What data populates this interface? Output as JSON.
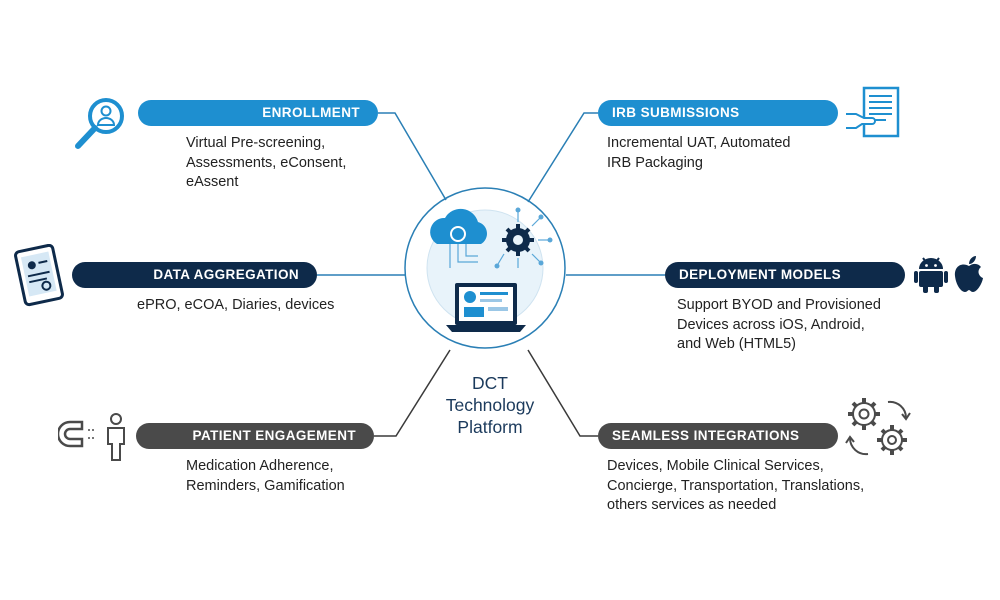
{
  "center": {
    "lines": [
      "DCT",
      "Technology",
      "Platform"
    ]
  },
  "colors": {
    "blue": "#1e8fd0",
    "navy": "#0e2a4a",
    "gray": "#4a4a4a",
    "wire": "#2a7fb5",
    "dark_line": "#3a3a3a"
  },
  "modules": {
    "enrollment": {
      "title": "ENROLLMENT",
      "lines": [
        "Virtual  Pre-screening,",
        "Assessments, eConsent,",
        "eAssent"
      ],
      "icon": "magnifier-person-icon"
    },
    "data_aggregation": {
      "title": "DATA AGGREGATION",
      "lines": [
        "ePRO, eCOA, Diaries, devices"
      ],
      "icon": "tablet-profile-icon"
    },
    "patient_engagement": {
      "title": "PATIENT ENGAGEMENT",
      "lines": [
        "Medication Adherence,",
        "Reminders, Gamification"
      ],
      "icon": "magnet-person-icon"
    },
    "irb_submissions": {
      "title": "IRB SUBMISSIONS",
      "lines": [
        "Incremental UAT, Automated",
        "IRB Packaging"
      ],
      "icon": "document-hand-icon"
    },
    "deployment_models": {
      "title": "DEPLOYMENT MODELS",
      "lines": [
        "Support BYOD and Provisioned",
        "Devices across iOS, Android,",
        "and Web (HTML5)"
      ],
      "icons": [
        "android-icon",
        "apple-icon"
      ]
    },
    "seamless_integrations": {
      "title": "SEAMLESS INTEGRATIONS",
      "lines": [
        "Devices, Mobile Clinical Services,",
        "Concierge, Transportation,  Translations,",
        "others services as needed"
      ],
      "icon": "gears-cycle-icon"
    }
  }
}
